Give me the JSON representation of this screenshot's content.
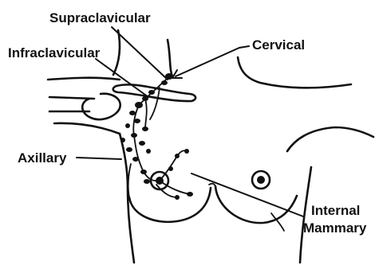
{
  "labels": {
    "supraclavicular": "Supraclavicular",
    "cervical": "Cervical",
    "infraclavicular": "Infraclavicular",
    "axillary": "Axillary",
    "internal_mammary_line1": "Internal",
    "internal_mammary_line2": "Mammary"
  },
  "colors": {
    "ink": "#111111",
    "background": "#ffffff"
  }
}
